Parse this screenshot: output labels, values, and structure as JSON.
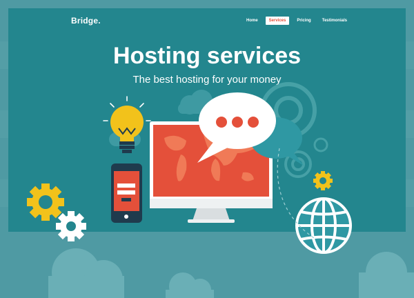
{
  "brand": {
    "name": "Bridge."
  },
  "nav": {
    "items": [
      "Home",
      "Services",
      "Pricing",
      "Testimonials"
    ],
    "active_index": 1
  },
  "hero": {
    "title": "Hosting services",
    "subtitle": "The best hosting for your money"
  },
  "colors": {
    "page_bg": "#4f9aa3",
    "hero_bg": "#23868e",
    "accent_red": "#e4503a",
    "accent_yellow": "#f2c21b",
    "white": "#ffffff",
    "dark_navy": "#1f3b4d"
  },
  "icons": [
    "lightbulb-icon",
    "speech-bubble-icon",
    "monitor-icon",
    "world-map-icon",
    "phone-icon",
    "gear-icon",
    "globe-icon",
    "cloud-icon"
  ]
}
